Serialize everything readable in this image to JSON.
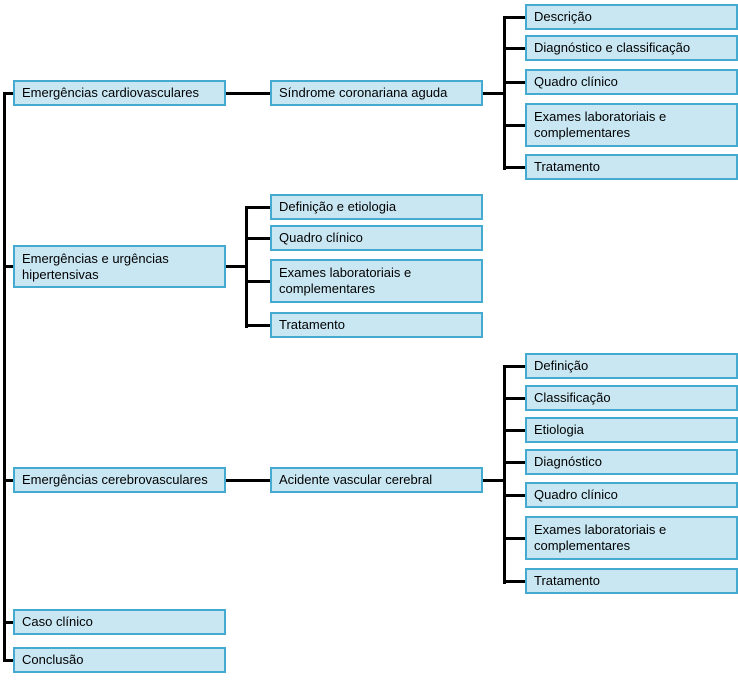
{
  "colors": {
    "box_fill": "#c9e7f3",
    "box_border": "#44aacf",
    "line": "#000000",
    "background": "#ffffff"
  },
  "tree": {
    "branches": [
      {
        "label": "Emergências cardiovasculares",
        "child": {
          "label": "Síndrome coronariana aguda",
          "children": [
            {
              "label": "Descrição"
            },
            {
              "label": "Diagnóstico e classificação"
            },
            {
              "label": "Quadro clínico"
            },
            {
              "label": "Exames laboratoriais e complementares"
            },
            {
              "label": "Tratamento"
            }
          ]
        }
      },
      {
        "label": "Emergências e urgências hipertensivas",
        "children": [
          {
            "label": "Definição e etiologia"
          },
          {
            "label": "Quadro clínico"
          },
          {
            "label": "Exames laboratoriais e complementares"
          },
          {
            "label": "Tratamento"
          }
        ]
      },
      {
        "label": "Emergências cerebrovasculares",
        "child": {
          "label": "Acidente vascular cerebral",
          "children": [
            {
              "label": "Definição"
            },
            {
              "label": "Classificação"
            },
            {
              "label": "Etiologia"
            },
            {
              "label": "Diagnóstico"
            },
            {
              "label": "Quadro clínico"
            },
            {
              "label": "Exames laboratoriais e complementares"
            },
            {
              "label": "Tratamento"
            }
          ]
        }
      },
      {
        "label": "Caso clínico"
      },
      {
        "label": "Conclusão"
      }
    ]
  }
}
